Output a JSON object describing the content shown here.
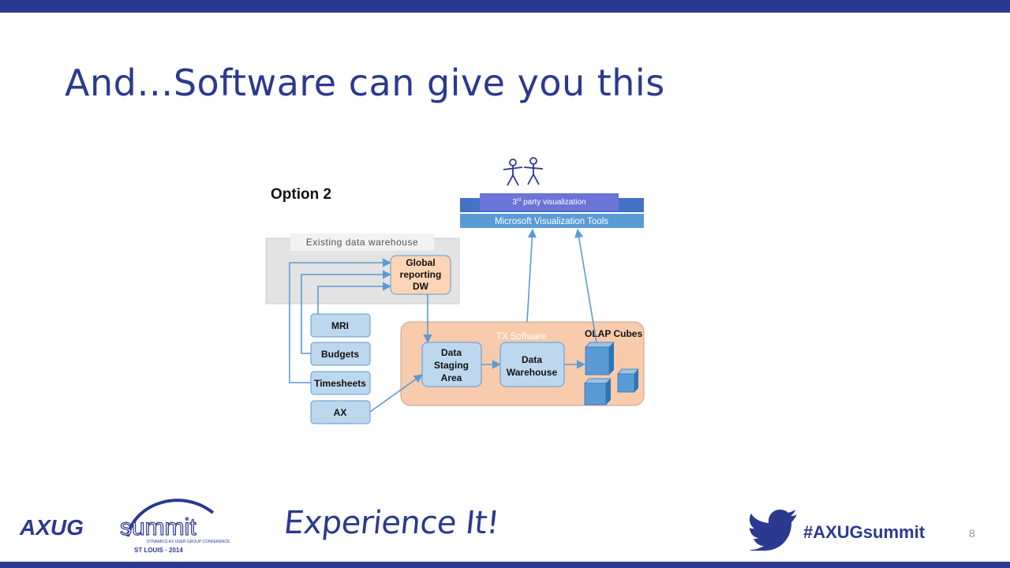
{
  "slide": {
    "title": "And…Software can give you this",
    "page_number": "8",
    "colors": {
      "accent": "#2b3990",
      "box_blue": "#bdd7ee",
      "box_orange": "#fbd5b5",
      "cube": "#5b9bd5"
    }
  },
  "diagram": {
    "heading": "Option 2",
    "existing_dw_label": "Existing data warehouse",
    "global_reporting_dw": [
      "Global",
      "reporting",
      "DW"
    ],
    "sources": [
      "MRI",
      "Budgets",
      "Timesheets",
      "AX"
    ],
    "tx_software_label": "TX Software",
    "staging": [
      "Data",
      "Staging",
      "Area"
    ],
    "warehouse": [
      "Data",
      "Warehouse"
    ],
    "olap_label": "OLAP Cubes",
    "third_party": {
      "prefix": "3",
      "sup": "rd",
      "suffix": " party visualization"
    },
    "ms_tools_label": "Microsoft Visualization Tools",
    "users_icon": "stick-figures-icon"
  },
  "footer": {
    "logo_brand": "AXUG",
    "logo_summit": "summit",
    "logo_sub": "DYNAMICS AX USER GROUP CONFERENCE",
    "logo_location": "ST LOUIS · 2014",
    "tagline": "Experience It!",
    "hashtag": "#AXUGsummit",
    "twitter_icon": "twitter-bird-icon"
  }
}
